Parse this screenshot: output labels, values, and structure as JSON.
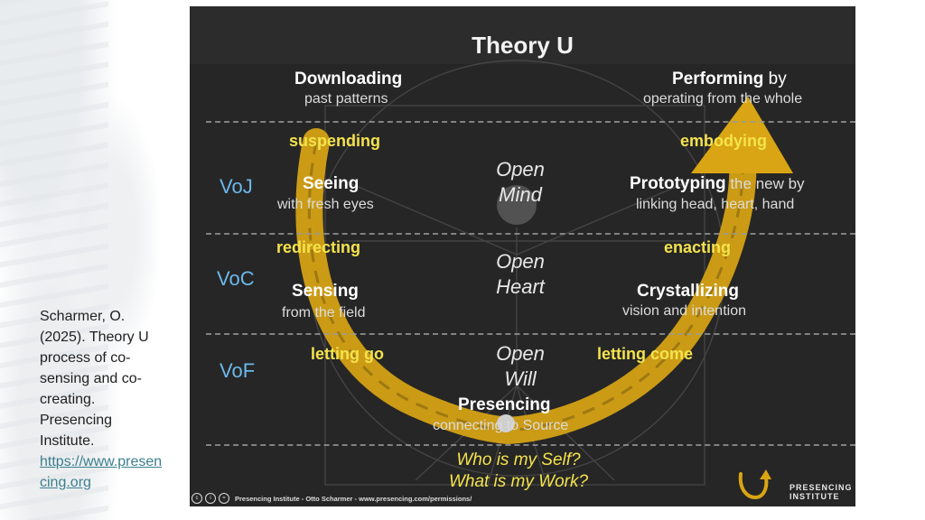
{
  "citation": {
    "text": "Scharmer, O. (2025). Theory U process of co-sensing and co-creating. Presencing Institute.",
    "link": "https://www.presencing.org"
  },
  "slide": {
    "title": "Theory U",
    "left_stages": [
      {
        "title": "Downloading",
        "subtitle": "past patterns"
      },
      {
        "title": "Seeing",
        "subtitle": "with fresh eyes"
      },
      {
        "title": "Sensing",
        "subtitle": "from the field"
      }
    ],
    "right_stages": [
      {
        "title": "Performing",
        "title_suffix": " by",
        "subtitle": "operating from the whole"
      },
      {
        "title": "Prototyping",
        "title_suffix": " the new by",
        "subtitle": "linking head, heart, hand"
      },
      {
        "title": "Crystallizing",
        "subtitle": "vision and intention"
      }
    ],
    "bottom_stage": {
      "title": "Presencing",
      "subtitle": "connecting to Source"
    },
    "transitions_left": [
      "suspending",
      "redirecting",
      "letting go"
    ],
    "transitions_right": [
      "embodying",
      "enacting",
      "letting come"
    ],
    "voices": [
      "VoJ",
      "VoC",
      "VoF"
    ],
    "openings": [
      "Open\nMind",
      "Open\nHeart",
      "Open\nWill"
    ],
    "questions": [
      "Who is my Self?",
      "What is my Work?"
    ],
    "footer": "Presencing Institute - Otto Scharmer - www.presencing.com/permissions/",
    "logo": {
      "line1": "PRESENCING",
      "line2": "INSTITUTE"
    },
    "colors": {
      "arrow": "#d9a514",
      "accent_text": "#f4e34c",
      "voice": "#6bb8ea",
      "background": "#262626"
    }
  }
}
